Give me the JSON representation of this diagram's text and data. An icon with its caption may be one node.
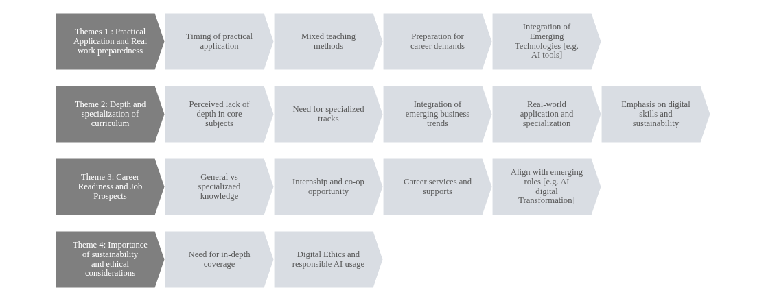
{
  "diagram": {
    "nodes": [
      {
        "text": [
          "Themes 1 : Practical Application and Real work preparedness"
        ]
      },
      {
        "text": [
          "Timing of practical application"
        ]
      },
      {
        "text": [
          "Mixed teaching methods"
        ]
      },
      {
        "text": [
          "Preparation for career demands"
        ]
      },
      {
        "text": [
          "Integration of Emerging Technologies [e.g. AI tools]"
        ]
      },
      {
        "text": [
          "Theme 2: Depth and specialization of curriculum"
        ]
      },
      {
        "text": [
          "Perceived lack of depth in core subjects"
        ]
      },
      {
        "text": [
          "Need for specialized tracks"
        ]
      },
      {
        "text": [
          "Integration of emerging business trends"
        ]
      },
      {
        "text": [
          "Real-world application and specialization"
        ]
      },
      {
        "text": [
          "Emphasis on digital skills and sustainability"
        ]
      },
      {
        "text": [
          "Theme 3: Career Readiness and Job Prospects"
        ]
      },
      {
        "text": [
          "General vs specializaed knowledge"
        ]
      },
      {
        "text": [
          "Internship and co-op opportunity"
        ]
      },
      {
        "text": [
          "Career services and supports"
        ]
      },
      {
        "text": [
          "Align with emerging roles [e.g. AI digital Transformation]"
        ]
      },
      {
        "text": [
          "Theme 4: Importance of sustainability and ethical considerations"
        ]
      },
      {
        "text": [
          "Need for in-depth coverage"
        ]
      },
      {
        "text": [
          "Digital Ethics and responsible AI usage"
        ]
      }
    ]
  }
}
